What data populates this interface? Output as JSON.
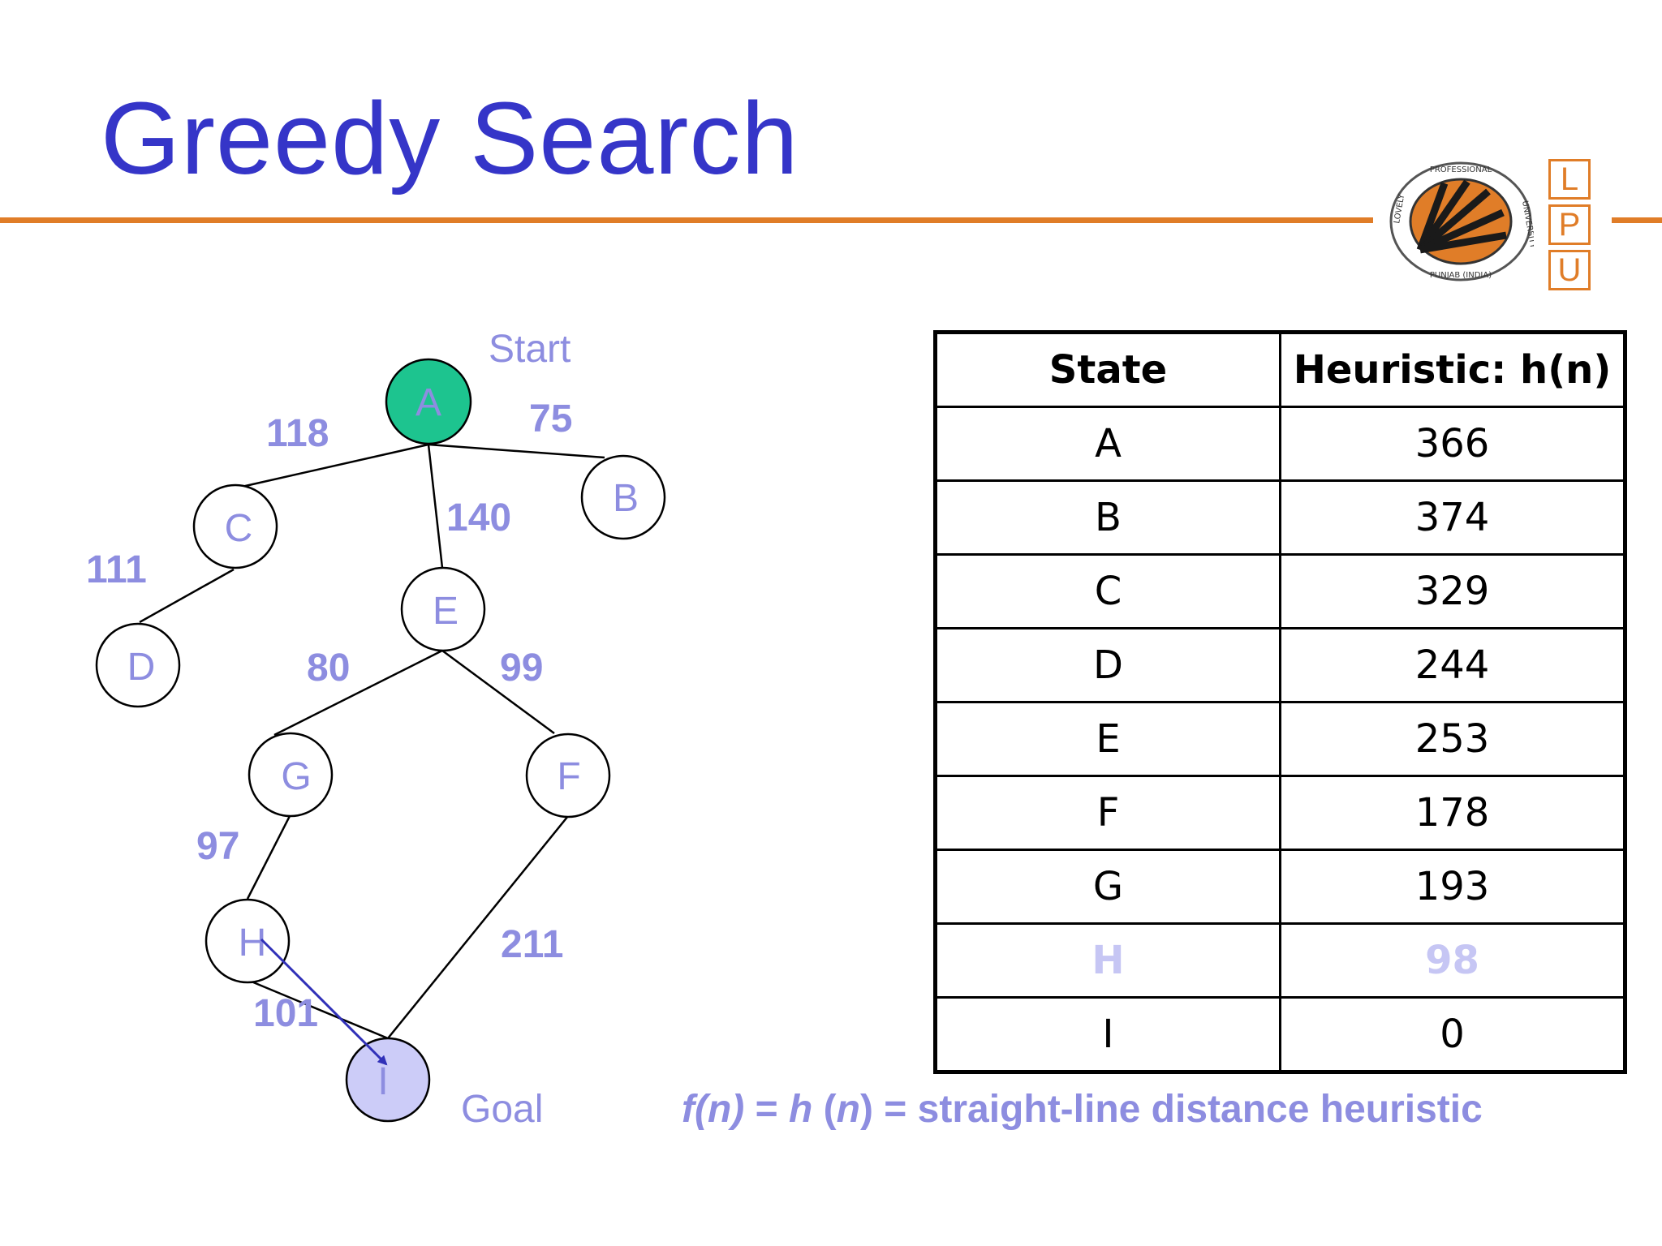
{
  "slide": {
    "title": "Greedy Search"
  },
  "logo": {
    "letters": [
      "L",
      "P",
      "U"
    ],
    "seal_text_top": "PROFESSIONAL",
    "seal_text_left": "LOVELY",
    "seal_text_right": "UNIVERSITY",
    "seal_text_bottom": "PUNJAB (INDIA)"
  },
  "tree": {
    "start_label": "Start",
    "goal_label": "Goal",
    "nodes": [
      "A",
      "B",
      "C",
      "D",
      "E",
      "F",
      "G",
      "H",
      "I"
    ],
    "edges": [
      {
        "from": "A",
        "to": "C",
        "cost": "118"
      },
      {
        "from": "A",
        "to": "B",
        "cost": "75"
      },
      {
        "from": "A",
        "to": "E",
        "cost": "140"
      },
      {
        "from": "C",
        "to": "D",
        "cost": "111"
      },
      {
        "from": "E",
        "to": "G",
        "cost": "80"
      },
      {
        "from": "E",
        "to": "F",
        "cost": "99"
      },
      {
        "from": "G",
        "to": "H",
        "cost": "97"
      },
      {
        "from": "F",
        "to": "I",
        "cost": "211"
      },
      {
        "from": "H",
        "to": "I",
        "cost": "101"
      }
    ],
    "colors": {
      "start_fill": "#1dc48f",
      "goal_fill": "#ccccf8",
      "label_color": "#8d8de0",
      "arrow_color": "#3030b8"
    }
  },
  "table": {
    "headers": [
      "State",
      "Heuristic: h(n)"
    ],
    "rows": [
      {
        "state": "A",
        "h": "366"
      },
      {
        "state": "B",
        "h": "374"
      },
      {
        "state": "C",
        "h": "329"
      },
      {
        "state": "D",
        "h": "244"
      },
      {
        "state": "E",
        "h": "253"
      },
      {
        "state": "F",
        "h": "178"
      },
      {
        "state": "G",
        "h": "193"
      },
      {
        "state": "H",
        "h": "98"
      },
      {
        "state": "I",
        "h": "0"
      }
    ],
    "highlighted_state": "H"
  },
  "formula": {
    "f": "f(n)",
    "eq1": " = ",
    "h": "h",
    "paren_open": " (",
    "n": "n",
    "rest": ") = straight-line distance heuristic"
  }
}
